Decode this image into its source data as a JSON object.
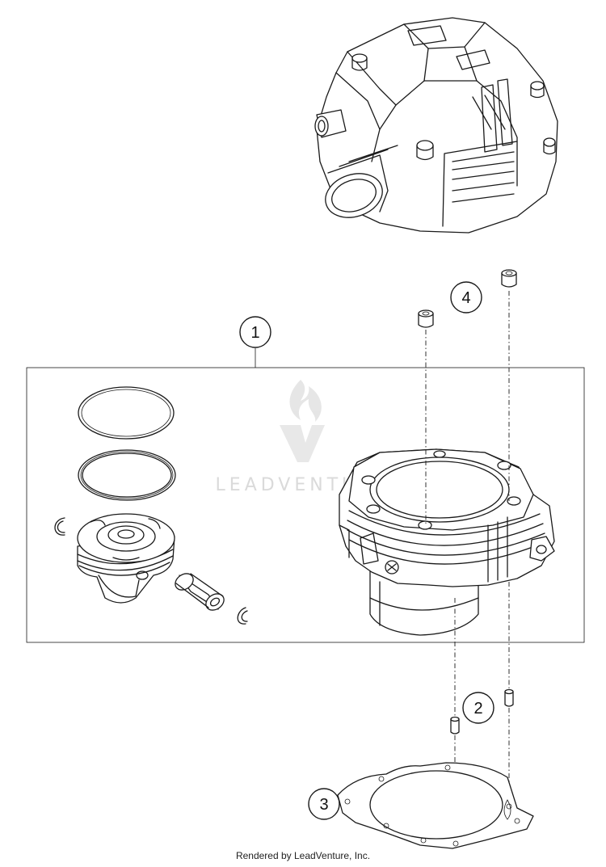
{
  "watermark": {
    "text": "LEADVENTURE"
  },
  "callouts": [
    {
      "id": "callout-1",
      "label": "1"
    },
    {
      "id": "callout-2",
      "label": "2"
    },
    {
      "id": "callout-3",
      "label": "3"
    },
    {
      "id": "callout-4",
      "label": "4"
    }
  ],
  "footer": {
    "credit": "Rendered by LeadVenture, Inc."
  }
}
